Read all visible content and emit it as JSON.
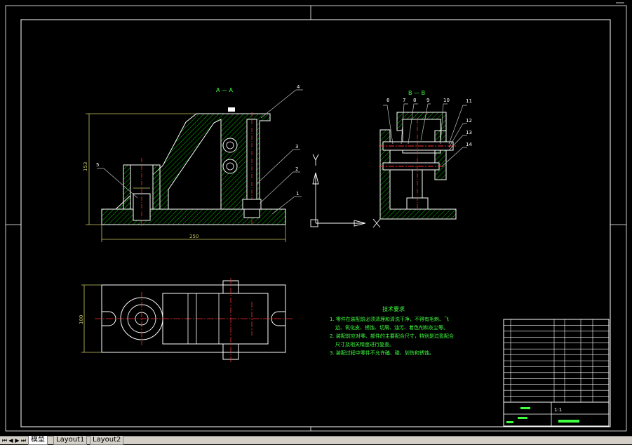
{
  "drawing": {
    "section_aa": "A — A",
    "section_bb": "B — B",
    "part_labels": [
      "1",
      "2",
      "3",
      "4",
      "5",
      "6",
      "7",
      "8",
      "9",
      "10",
      "11",
      "12",
      "13",
      "14"
    ],
    "dim_height": "153",
    "dim_width": "250",
    "dim_top_width": "100",
    "axis_y": "Y"
  },
  "tech_requirements": {
    "title": "技术要求",
    "lines": [
      "1. 零件在装配前必须清理和清洗干净，不得有毛刺、飞",
      "边、氧化皮、锈蚀、切屑、油污、着色剂和灰尘等。",
      "2. 装配前应对零、部件的主要配合尺寸，特别是过盈配合",
      "尺寸及相关精度进行复查。",
      "3. 装配过程中零件不允许磕、碰、划伤和锈蚀。"
    ]
  },
  "title_block": {
    "scale": "1:1"
  },
  "tabs": [
    {
      "label": "模型",
      "active": true
    },
    {
      "label": "Layout1",
      "active": false
    },
    {
      "label": "Layout2",
      "active": false
    }
  ],
  "nav_icons": [
    "first-icon",
    "prev-icon",
    "next-icon",
    "last-icon"
  ],
  "colors": {
    "background": "#000000",
    "outline": "#ffffff",
    "hatch": "#00c000",
    "dimension": "#c8c864",
    "center": "#ff3030",
    "leader": "#c0c0c0",
    "text_green": "#40ff40"
  }
}
